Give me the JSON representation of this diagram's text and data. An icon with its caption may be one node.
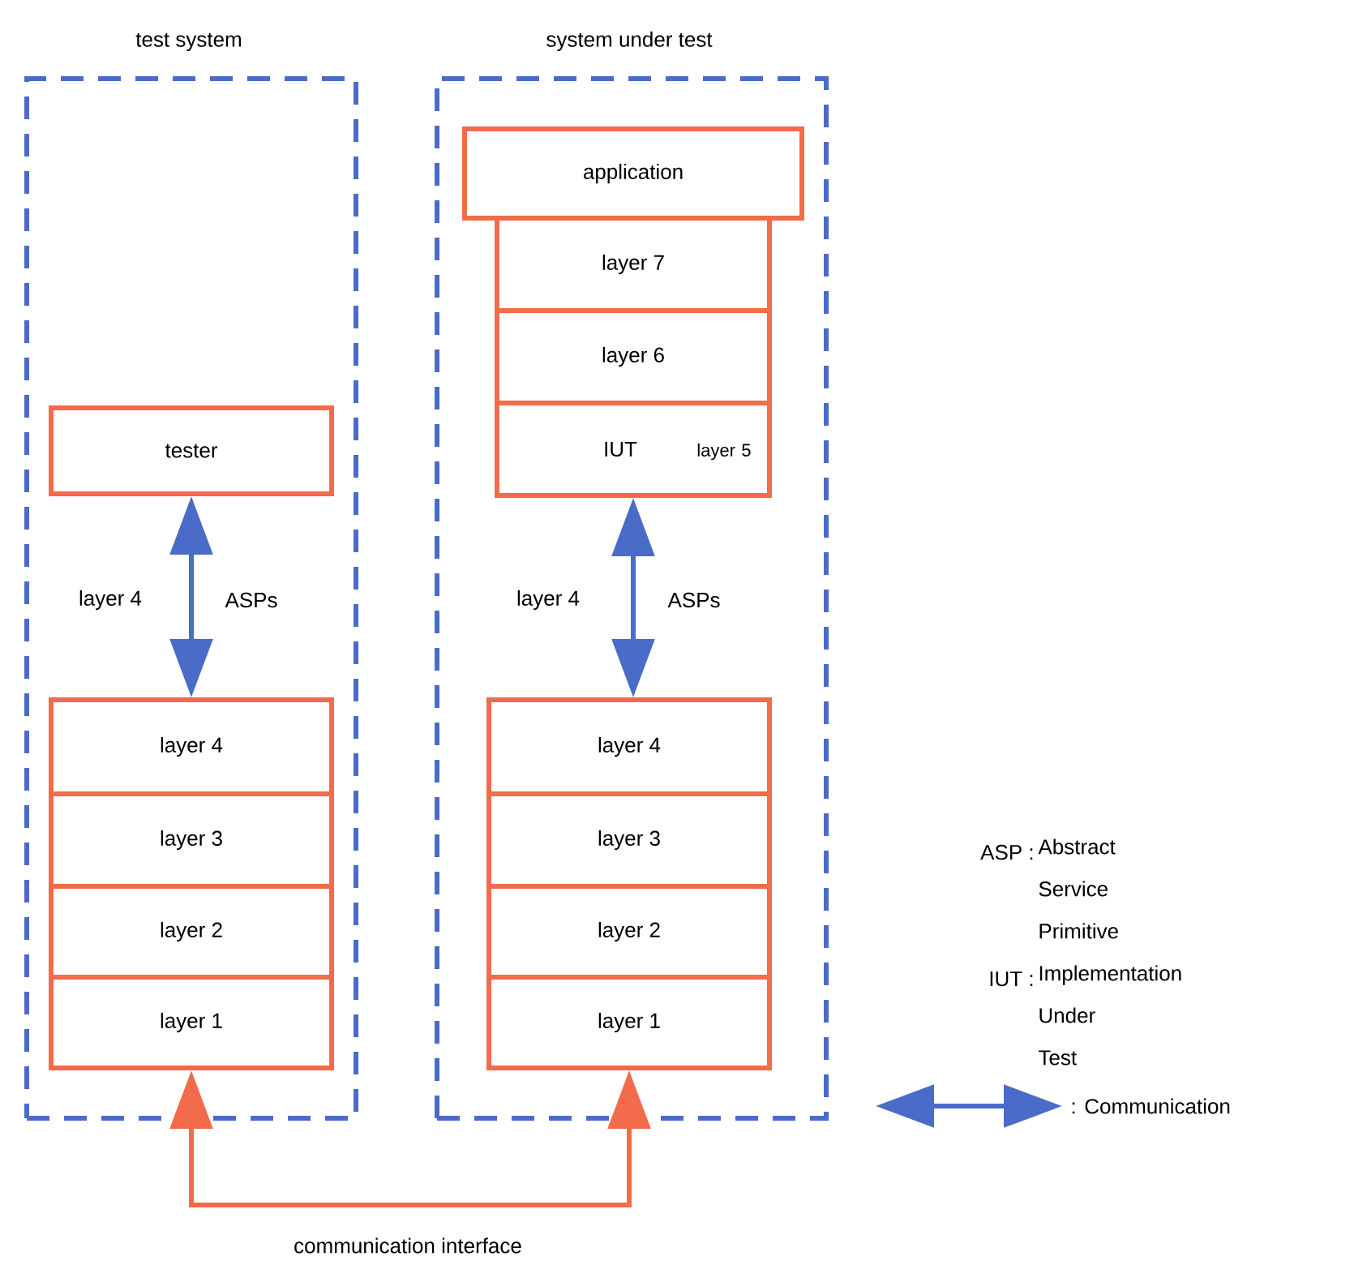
{
  "diagram": {
    "nodes": [
      {
        "text": [
          "test system"
        ]
      },
      {
        "text": [
          "tester"
        ],
        "in": 0
      },
      {
        "text": [
          "layer 4"
        ],
        "in": 0
      },
      {
        "text": [
          "layer 3"
        ],
        "in": 0
      },
      {
        "text": [
          "layer 2"
        ],
        "in": 0
      },
      {
        "text": [
          "layer 1"
        ],
        "in": 0
      },
      {
        "text": [
          "system under test"
        ]
      },
      {
        "text": [
          "application"
        ],
        "in": 6
      },
      {
        "text": [
          "layer 7"
        ],
        "in": 6
      },
      {
        "text": [
          "layer 6"
        ],
        "in": 6
      },
      {
        "text": [
          "IUT",
          "layer 5"
        ],
        "in": 6
      },
      {
        "text": [
          "layer 4"
        ],
        "in": 6
      },
      {
        "text": [
          "layer 3"
        ],
        "in": 6
      },
      {
        "text": [
          "layer 2"
        ],
        "in": 6
      },
      {
        "text": [
          "layer 1"
        ],
        "in": 6
      }
    ],
    "edges": [
      {
        "from": 1,
        "to": 2,
        "arrow": "both"
      },
      {
        "from": 10,
        "to": 11,
        "arrow": "both"
      },
      {
        "from": 5,
        "to": 14,
        "arrow": "both",
        "label": "communication interface",
        "color": "#f26b4a"
      }
    ],
    "labels": [
      "layer 4",
      "ASPs",
      "layer 4",
      "ASPs",
      "ASP :",
      "Abstract Service Primitive",
      "IUT :",
      "Implementation Under Test"
    ],
    "legend": [
      {
        "text": ": Communication"
      }
    ]
  }
}
